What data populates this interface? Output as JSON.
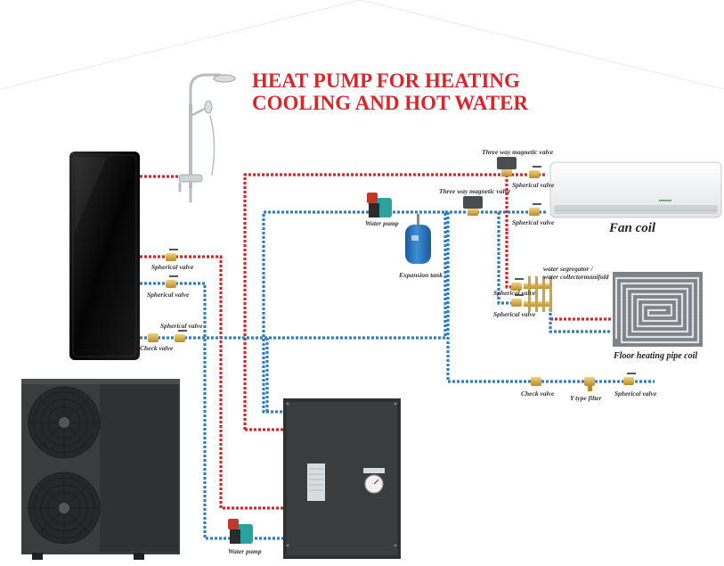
{
  "title": {
    "line1": "HEAT PUMP FOR HEATING",
    "line2": "COOLING AND HOT WATER"
  },
  "colors": {
    "hot": "#d8262b",
    "cold": "#2f7fc1",
    "title": "#d8262b"
  },
  "labels": {
    "three_way_valve_top": "Three way magnetic valve",
    "three_way_valve_mid": "Three way magnetic valve",
    "spherical_valve_fan_top": "Spherical valve",
    "spherical_valve_fan_bottom": "Spherical valve",
    "fan_coil": "Fan coil",
    "water_pump_top": "Water pump",
    "expansion_tank": "Expansion tank",
    "manifold_line1": "water segregator /",
    "manifold_line2": "water collectormanifold",
    "spherical_valve_manifold_top": "Spherical valve",
    "spherical_valve_manifold_bottom": "Spherical valve",
    "floor_heating": "Floor heating pipe coil",
    "spherical_valve_tank_red": "Spherical valve",
    "spherical_valve_tank_blue": "Spherical valve",
    "spherical_valve_left": "Spherical valve",
    "check_valve_left": "Check valve",
    "check_valve_right": "Check valve",
    "y_filter": "Y type filter",
    "spherical_valve_right": "Spherical valve",
    "water_pump_bottom": "Water pump"
  }
}
